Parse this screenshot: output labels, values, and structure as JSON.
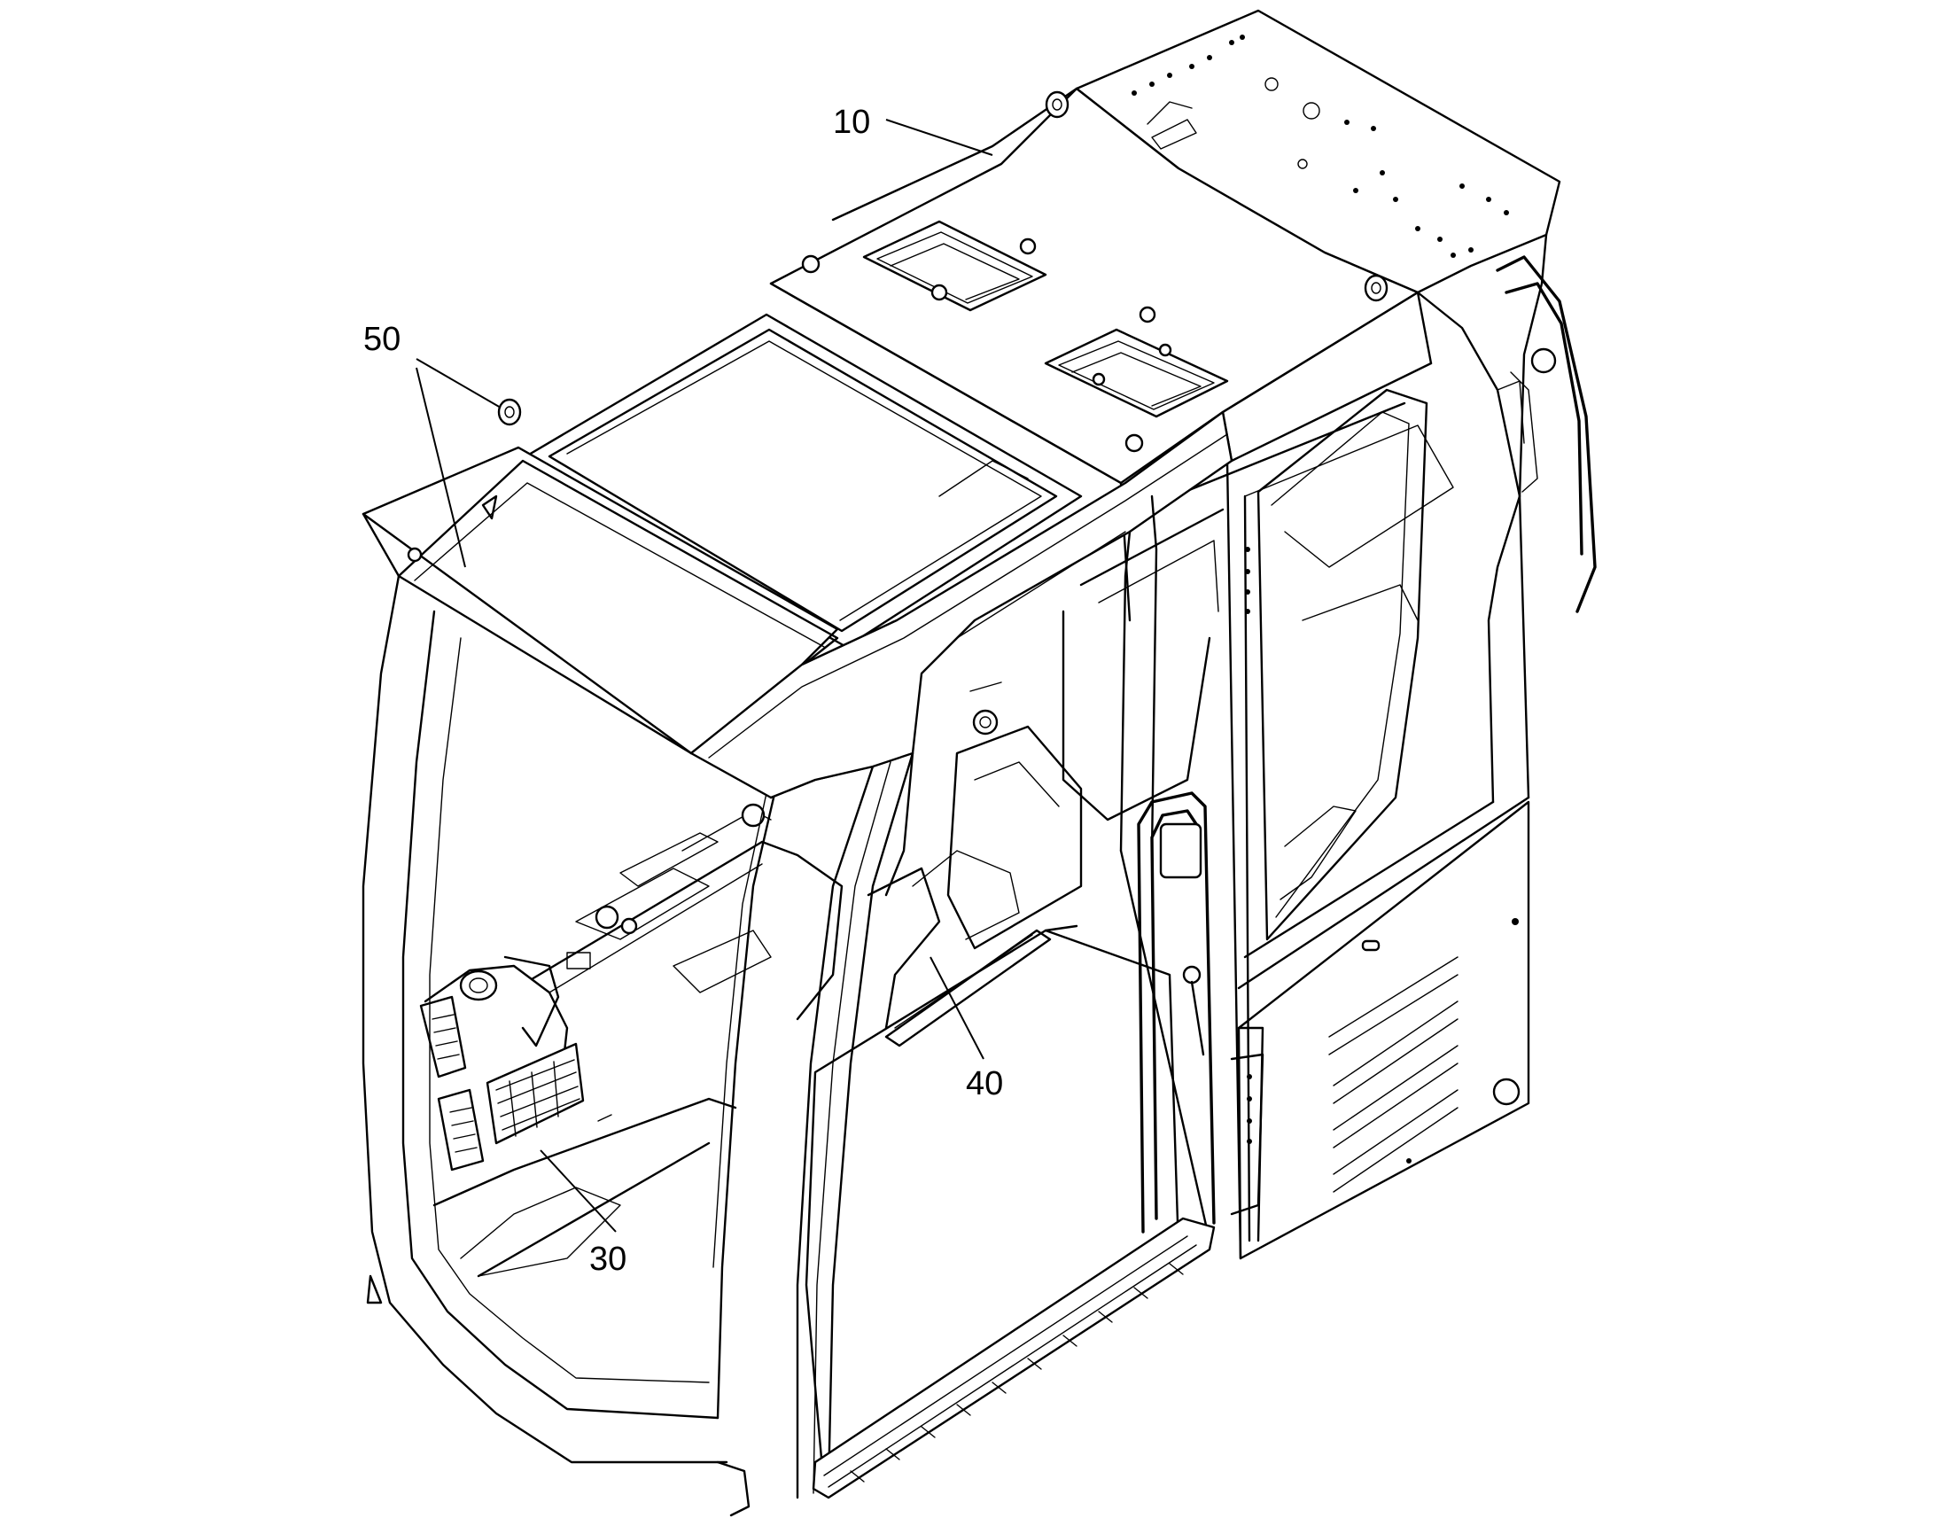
{
  "callouts": [
    {
      "id": "10",
      "label": "10"
    },
    {
      "id": "50",
      "label": "50"
    },
    {
      "id": "40",
      "label": "40"
    },
    {
      "id": "30",
      "label": "30"
    }
  ],
  "colors": {
    "line": "#000000",
    "background": "#ffffff"
  }
}
